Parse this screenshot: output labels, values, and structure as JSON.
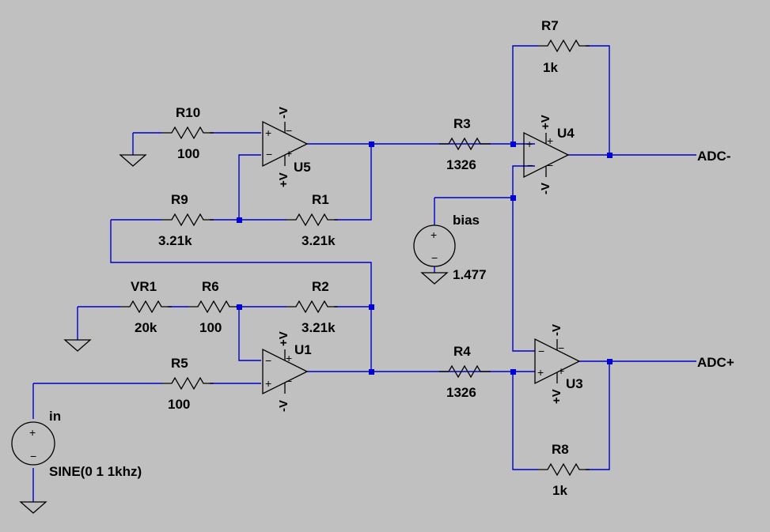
{
  "components": {
    "R1": {
      "name": "R1",
      "value": "3.21k"
    },
    "R2": {
      "name": "R2",
      "value": "3.21k"
    },
    "R3": {
      "name": "R3",
      "value": "1326"
    },
    "R4": {
      "name": "R4",
      "value": "1326"
    },
    "R5": {
      "name": "R5",
      "value": "100"
    },
    "R6": {
      "name": "R6",
      "value": "100"
    },
    "R7": {
      "name": "R7",
      "value": "1k"
    },
    "R8": {
      "name": "R8",
      "value": "1k"
    },
    "R9": {
      "name": "R9",
      "value": "3.21k"
    },
    "R10": {
      "name": "R10",
      "value": "100"
    },
    "VR1": {
      "name": "VR1",
      "value": "20k"
    }
  },
  "opamps": {
    "U1": {
      "name": "U1",
      "plus_supply": "+V",
      "minus_supply": "-V"
    },
    "U3": {
      "name": "U3",
      "plus_supply": "+V",
      "minus_supply": "-V"
    },
    "U4": {
      "name": "U4",
      "plus_supply": "+V",
      "minus_supply": "-V"
    },
    "U5": {
      "name": "U5",
      "plus_supply": "+V",
      "minus_supply": "-V"
    }
  },
  "sources": {
    "in": {
      "name": "in",
      "value": "SINE(0 1 1khz)"
    },
    "bias": {
      "name": "bias",
      "value": "1.477"
    }
  },
  "net_labels": {
    "adc_minus": "ADC-",
    "adc_plus": "ADC+"
  },
  "colors": {
    "background": "#c0c0c0",
    "wire": "#0000cc",
    "component": "#000000"
  }
}
